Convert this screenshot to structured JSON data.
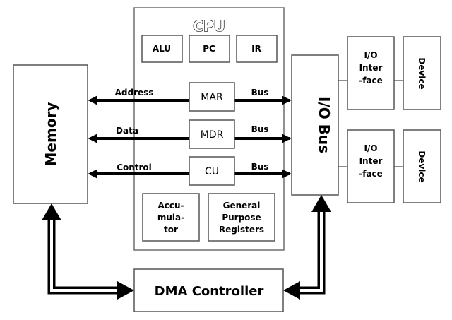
{
  "cpu": {
    "title": "CPU",
    "alu": "ALU",
    "pc": "PC",
    "ir": "IR",
    "mar": "MAR",
    "mdr": "MDR",
    "cu": "CU",
    "accumulator": [
      "Accu-",
      "mula-",
      "tor"
    ],
    "gpr": [
      "General",
      "Purpose",
      "Registers"
    ]
  },
  "memory": "Memory",
  "io_bus": "I/O Bus",
  "dma": "DMA Controller",
  "buses": {
    "address": "Address",
    "data": "Data",
    "control": "Control",
    "bus": "Bus"
  },
  "io_interface": [
    "I/O",
    "Inter",
    "-face"
  ],
  "device": "Device"
}
